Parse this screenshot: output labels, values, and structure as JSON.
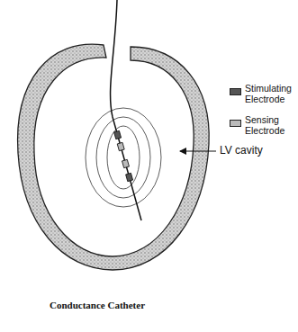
{
  "diagram": {
    "caption": "Conductance Catheter",
    "labels": [
      "LV cavity"
    ],
    "legend": [
      {
        "text": "Stimulating Electrode",
        "color": "#555555"
      },
      {
        "text": "Sensing Electrode",
        "color": "#bbbbbb"
      }
    ]
  }
}
